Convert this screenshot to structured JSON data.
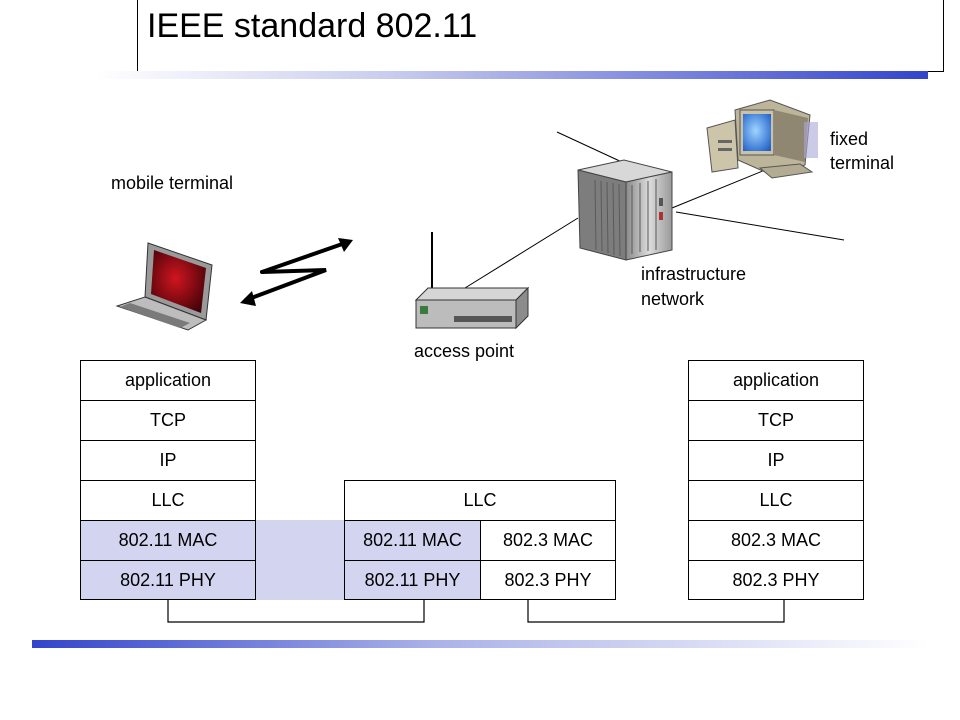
{
  "title": "IEEE standard 802.11",
  "labels": {
    "mobile_terminal": "mobile terminal",
    "fixed_terminal_line1": "fixed",
    "fixed_terminal_line2": "terminal",
    "infrastructure_line1": "infrastructure",
    "infrastructure_line2": "network",
    "access_point": "access point"
  },
  "stacks": {
    "mobile": [
      "application",
      "TCP",
      "IP",
      "LLC",
      "802.11 MAC",
      "802.11 PHY"
    ],
    "access_point": {
      "llc": "LLC",
      "wireless": [
        "802.11 MAC",
        "802.11 PHY"
      ],
      "wired": [
        "802.3 MAC",
        "802.3 PHY"
      ]
    },
    "fixed": [
      "application",
      "TCP",
      "IP",
      "LLC",
      "802.3 MAC",
      "802.3 PHY"
    ]
  },
  "colors": {
    "highlight": "#d3d5f0",
    "accent": "#3344cc"
  },
  "icons": [
    "laptop-icon",
    "access-point-icon",
    "rack-server-icon",
    "desktop-computer-icon",
    "wireless-link-icon"
  ]
}
